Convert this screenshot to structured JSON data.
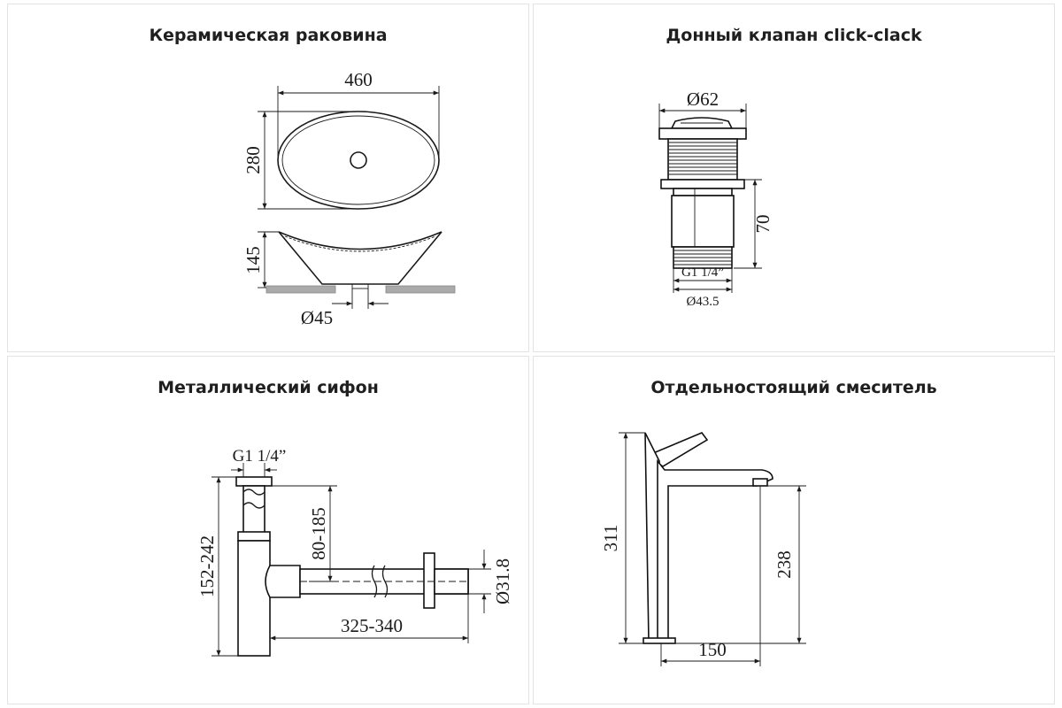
{
  "panels": [
    {
      "title": "Керамическая раковина",
      "dims": {
        "width": "460",
        "height": "280",
        "depth": "145",
        "drain": "Ø45"
      }
    },
    {
      "title": "Донный клапан click-clack",
      "dims": {
        "top_diameter": "Ø62",
        "height": "70",
        "thread": "G1 1/4”",
        "bottom_diameter": "Ø43.5"
      }
    },
    {
      "title": "Металлический сифон",
      "dims": {
        "thread": "G1 1/4”",
        "height": "152-242",
        "adjust": "80-185",
        "length": "325-340",
        "outlet": "Ø31.8"
      }
    },
    {
      "title": "Отдельностоящий смеситель",
      "dims": {
        "height": "311",
        "spout_height": "238",
        "reach": "150"
      }
    }
  ],
  "colors": {
    "line": "#1a1a1a",
    "counter": "#aaaaaa",
    "border": "#e3e3e3"
  }
}
